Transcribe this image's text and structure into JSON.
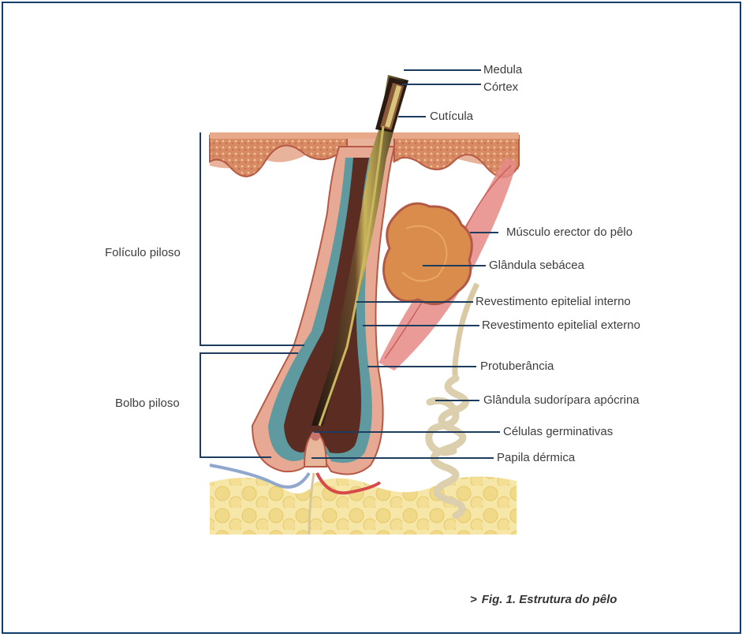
{
  "figure": {
    "caption_prefix": ">",
    "caption": "Fig. 1. Estrutura do pêlo",
    "labels": {
      "medula": "Medula",
      "cortex": "Córtex",
      "cuticula": "Cutícula",
      "musculo": "Músculo erector do pêlo",
      "glandula_sebacea": "Glândula sebácea",
      "rev_interno": "Revestimento epitelial interno",
      "rev_externo": "Revestimento epitelial externo",
      "protuberancia": "Protuberância",
      "sudoripara": "Glândula sudorípara apócrina",
      "germinativas": "Células germinativas",
      "papila": "Papila dérmica",
      "foliculo": "Folículo piloso",
      "bolbo": "Bolbo piloso"
    },
    "colors": {
      "frame": "#123f6a",
      "leader": "#1d3c5e",
      "skin": "#e3a58f",
      "fat": "#f3e3a1",
      "hair": "#3b2418",
      "muscle": "#e27f7a"
    }
  }
}
